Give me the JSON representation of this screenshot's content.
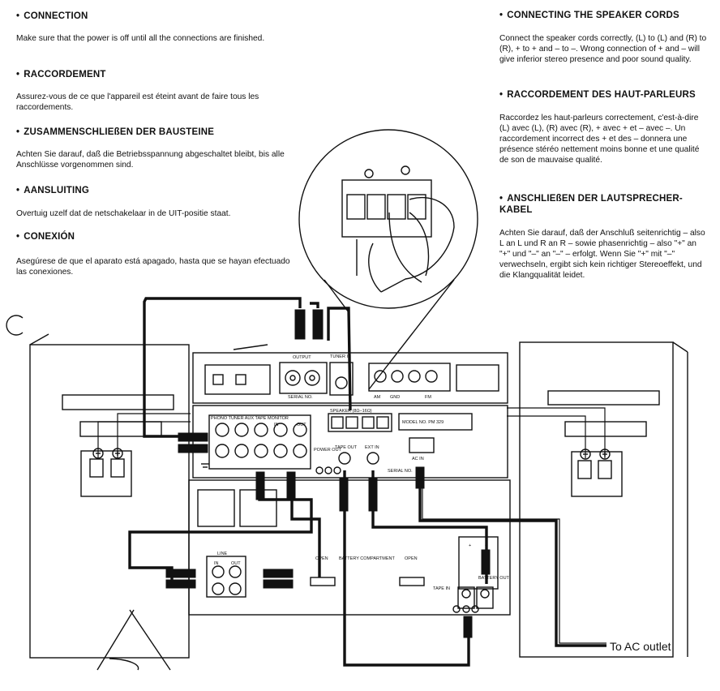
{
  "left_column": [
    {
      "heading": "CONNECTION",
      "text": "Make sure that the power is off until all the connections are finished."
    },
    {
      "heading": "RACCORDEMENT",
      "text": "Assurez-vous de ce que l'appareil est éteint avant de faire tous les raccordements."
    },
    {
      "heading": "ZUSAMMENSCHLIEßEN DER BAUSTEINE",
      "text": "Achten Sie darauf, daß die Betriebsspannung abgeschaltet bleibt, bis alle Anschlüsse vorgenommen sind."
    },
    {
      "heading": "AANSLUITING",
      "text": "Overtuig uzelf dat de netschakelaar in de UIT-positie staat."
    },
    {
      "heading": "CONEXIÓN",
      "text": "Asegúrese de que el aparato está apagado, hasta que se hayan efectuado las conexiones."
    }
  ],
  "right_column": [
    {
      "heading": "CONNECTING THE SPEAKER CORDS",
      "text": "Connect the speaker cords correctly, (L) to (L) and (R) to (R), + to + and – to –. Wrong connection of + and – will give inferior stereo presence and poor sound quality."
    },
    {
      "heading": "RACCORDEMENT DES HAUT-PARLEURS",
      "text": "Raccordez les haut-parleurs correctement, c'est-à-dire (L) avec (L), (R) avec (R), + avec + et – avec –. Un raccordement incorrect des + et des – donnera une présence stéréo nettement moins bonne et une qualité de son de mauvaise qualité."
    },
    {
      "heading": "ANSCHLIEßEN DER LAUTSPRECHER-KABEL",
      "text": "Achten Sie darauf, daß der Anschluß seitenrichtig – also L an L und R an R – sowie phasenrichtig – also \"+\" an \"+\" und \"–\" an \"–\" – erfolgt. Wenn Sie \"+\" mit \"–\" verwechseln, ergibt sich kein richtiger Stereoeffekt, und die Klangqualität leidet."
    }
  ],
  "diagram": {
    "labels": {
      "output": "OUTPUT",
      "tuner_in": "TUNER IN",
      "serial_no_top": "SERIAL NO.",
      "am": "AM",
      "gnd": "GND",
      "fm": "FM",
      "speaker_terminals": "SPEAKER (8Ω–16Ω)",
      "model_no": "MODEL NO. PM 329",
      "phono_tuner_aux_tape": "PHONO  TUNER  AUX  TAPE MONITOR",
      "tape_in": "IN",
      "tape_out": "OUT",
      "power_out": "POWER OUT",
      "tape_out_jack": "TAPE OUT",
      "ext_in": "EXT IN",
      "ac_in": "AC IN",
      "serial_no_bottom": "SERIAL NO.",
      "line": "LINE",
      "line_in": "IN",
      "line_out": "OUT",
      "open_left": "OPEN",
      "battery_compartment": "BATTERY COMPARTMENT",
      "open_right": "OPEN",
      "tape_in_bottom": "TAPE IN",
      "battery_out": "BATTERY OUT",
      "plus_sign": "+",
      "minus_sign": "−"
    },
    "ac_outlet_label": "To AC outlet"
  }
}
